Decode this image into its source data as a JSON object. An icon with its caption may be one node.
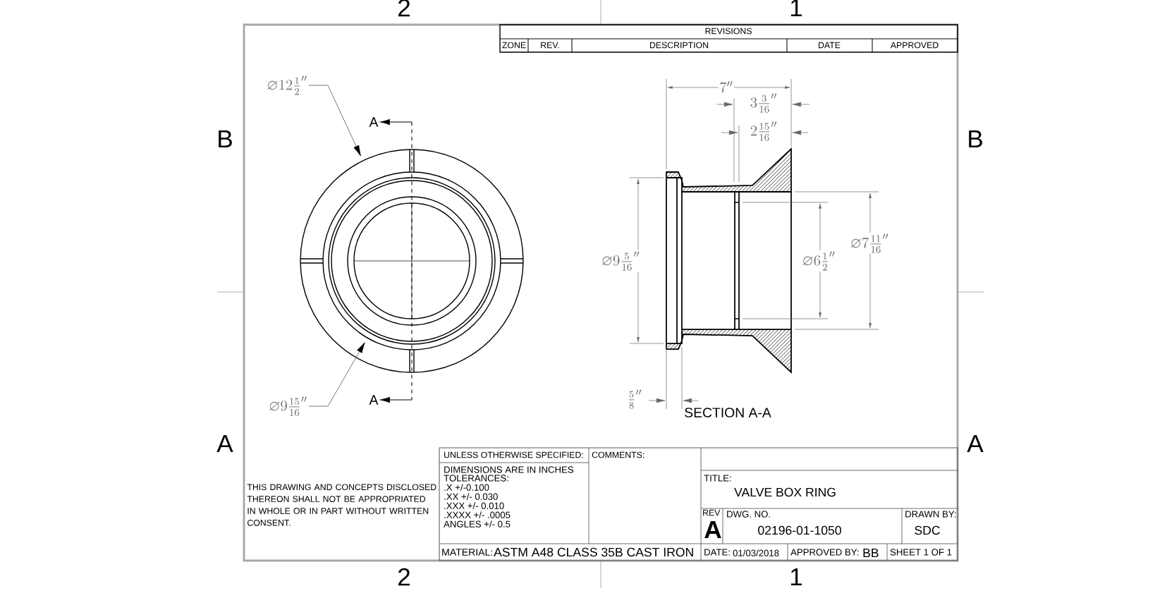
{
  "diagram": {
    "nodes": [
      {
        "text": [
          "\\varnothing 12\\frac{1}{2}''"
        ]
      },
      {
        "text": [],
        "shape": "circle"
      },
      {
        "text": [
          "\\varnothing 9\\frac{15}{16}''"
        ]
      },
      {
        "text": [],
        "shape": "circle",
        "in": 1
      }
    ],
    "edges": [
      {
        "from": 0,
        "to": 1,
        "arrow": "to"
      },
      {
        "from": 2,
        "to": 3,
        "arrow": "to"
      }
    ],
    "labels": [
      "2",
      "1",
      "REVISIONS",
      "ZONE",
      "REV.",
      "DESCRIPTION",
      "DATE",
      "APPROVED",
      "B",
      "B",
      "A",
      "7''",
      "3\\frac{3}{16}''",
      "2\\frac{15}{16}''",
      "\\varnothing 9\\frac{5}{16}''",
      "\\varnothing 6\\frac{1}{2}''",
      "\\varnothing 7\\frac{11}{16}''",
      "A",
      "\\frac{5}{8}''",
      "SECTION A-A",
      "A",
      "A",
      "UNLESS OTHERWISE SPECIFIED:",
      "COMMENTS:",
      "DIMENSIONS ARE IN INCHES",
      "TOLERANCES:",
      ".X +/-0.100",
      ".XX +/- 0.030",
      ".XXX +/- 0.010",
      ".XXXX +/- .0005",
      "ANGLES +/- 0.5",
      "THIS DRAWING AND CONCEPTS DISCLOSED THEREON SHALL NOT BE APPROPRIATED IN WHOLE OR IN PART WITHOUT WRITTEN CONSENT.",
      "TITLE:",
      "VALVE BOX RING",
      "REV",
      "A",
      "DWG. NO.",
      "DRAWN BY:",
      "02196-01-1050",
      "SDC",
      "MATERIAL:",
      "ASTM A48 CLASS 35B CAST IRON",
      "DATE:",
      "01/03/2018",
      "APPROVED BY:",
      "BB",
      "SHEET 1 OF 1",
      "2",
      "1"
    ]
  }
}
